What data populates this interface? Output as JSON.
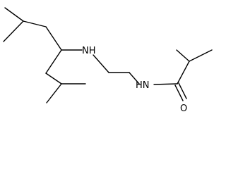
{
  "diagram": {
    "type": "skeletal-formula",
    "colors": {
      "bond": "#000000",
      "label": "#000000",
      "background": "#ffffff"
    },
    "atom_labels": {
      "amine_nitrogen": "NH",
      "amide_nitrogen": "HN",
      "carbonyl_oxygen": "O"
    }
  }
}
